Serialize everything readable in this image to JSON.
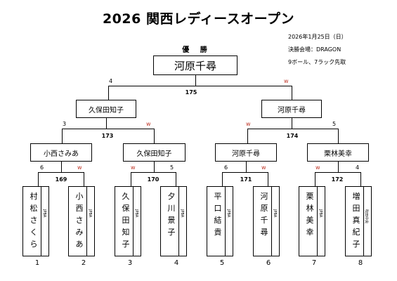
{
  "title": "2026 関西レディースオープン",
  "info": {
    "date": "2026年1月25日（日）",
    "venue": "決勝会場：DRAGON",
    "rules": "9ボール、7ラック先取"
  },
  "winner_label": "優 勝",
  "champion": "河原千尋",
  "final": {
    "match": "175",
    "left_score": "4",
    "right_score": "w"
  },
  "semis": [
    {
      "name": "久保田知子",
      "match": "173",
      "left_score": "3",
      "right_score": "w"
    },
    {
      "name": "河原千尋",
      "match": "174",
      "left_score": "w",
      "right_score": "5"
    }
  ],
  "quarters": [
    {
      "name": "小西さみあ",
      "match": "169",
      "left_score": "6",
      "right_score": "w"
    },
    {
      "name": "久保田知子",
      "match": "170",
      "left_score": "w",
      "right_score": "5"
    },
    {
      "name": "河原千尋",
      "match": "171",
      "left_score": "6",
      "right_score": "w"
    },
    {
      "name": "栗林美幸",
      "match": "172",
      "left_score": "w",
      "right_score": "4"
    }
  ],
  "players": [
    {
      "seed": "1",
      "chars": [
        "村",
        "松",
        "さ",
        "く",
        "ら"
      ],
      "aff": "JPBA"
    },
    {
      "seed": "2",
      "chars": [
        "小",
        "西",
        "さ",
        "み",
        "あ"
      ],
      "aff": "JPBA"
    },
    {
      "seed": "3",
      "chars": [
        "久",
        "保",
        "田",
        "知",
        "子"
      ],
      "aff": "JPBA"
    },
    {
      "seed": "4",
      "chars": [
        "夕",
        "川",
        "景",
        "子"
      ],
      "aff": "JPBA"
    },
    {
      "seed": "5",
      "chars": [
        "平",
        "口",
        "結",
        "貴"
      ],
      "aff": "JPBA"
    },
    {
      "seed": "6",
      "chars": [
        "河",
        "原",
        "千",
        "尋"
      ],
      "aff": "JPBA"
    },
    {
      "seed": "7",
      "chars": [
        "栗",
        "林",
        "美",
        "幸"
      ],
      "aff": "JPBA"
    },
    {
      "seed": "8",
      "chars": [
        "増",
        "田",
        "真",
        "紀",
        "子"
      ],
      "aff": "吹田中央"
    }
  ]
}
